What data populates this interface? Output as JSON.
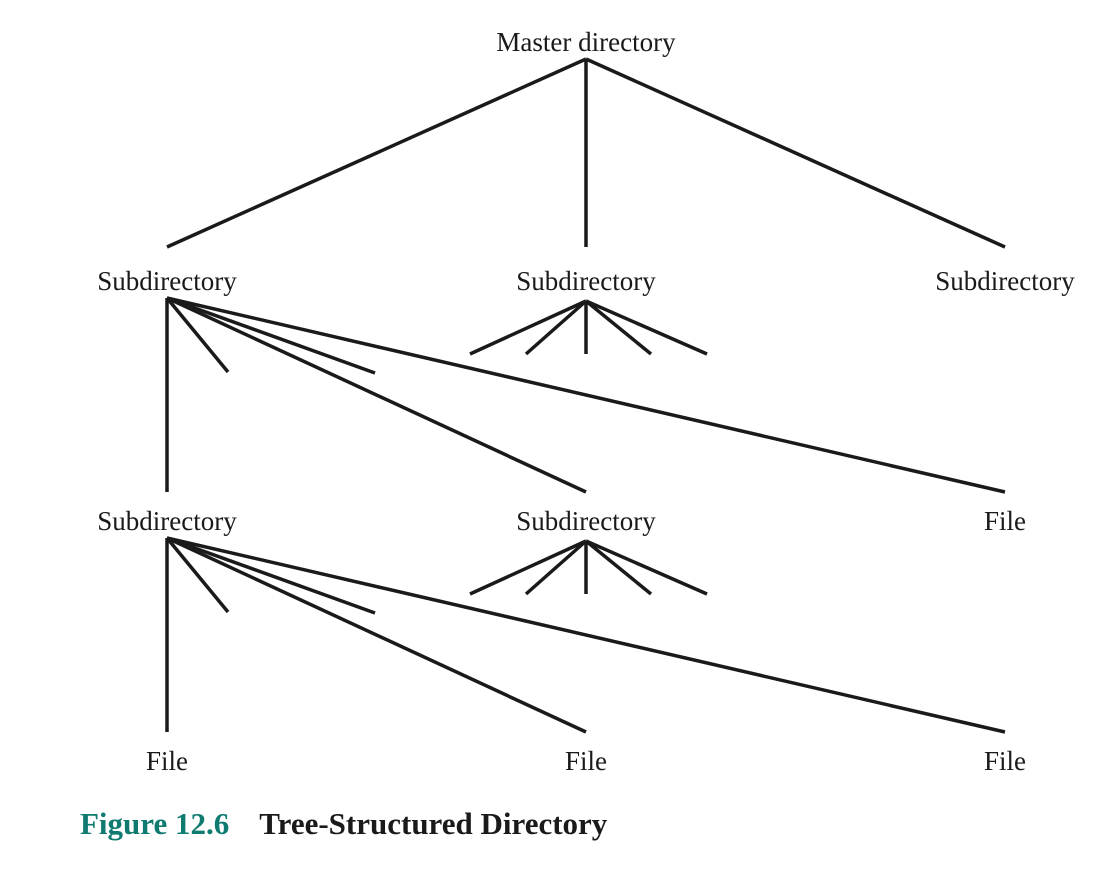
{
  "tree": {
    "root_label": "Master directory",
    "subdirectory_label": "Subdirectory",
    "file_label": "File"
  },
  "caption": {
    "figure_number": "Figure 12.6",
    "title": "Tree-Structured Directory"
  }
}
